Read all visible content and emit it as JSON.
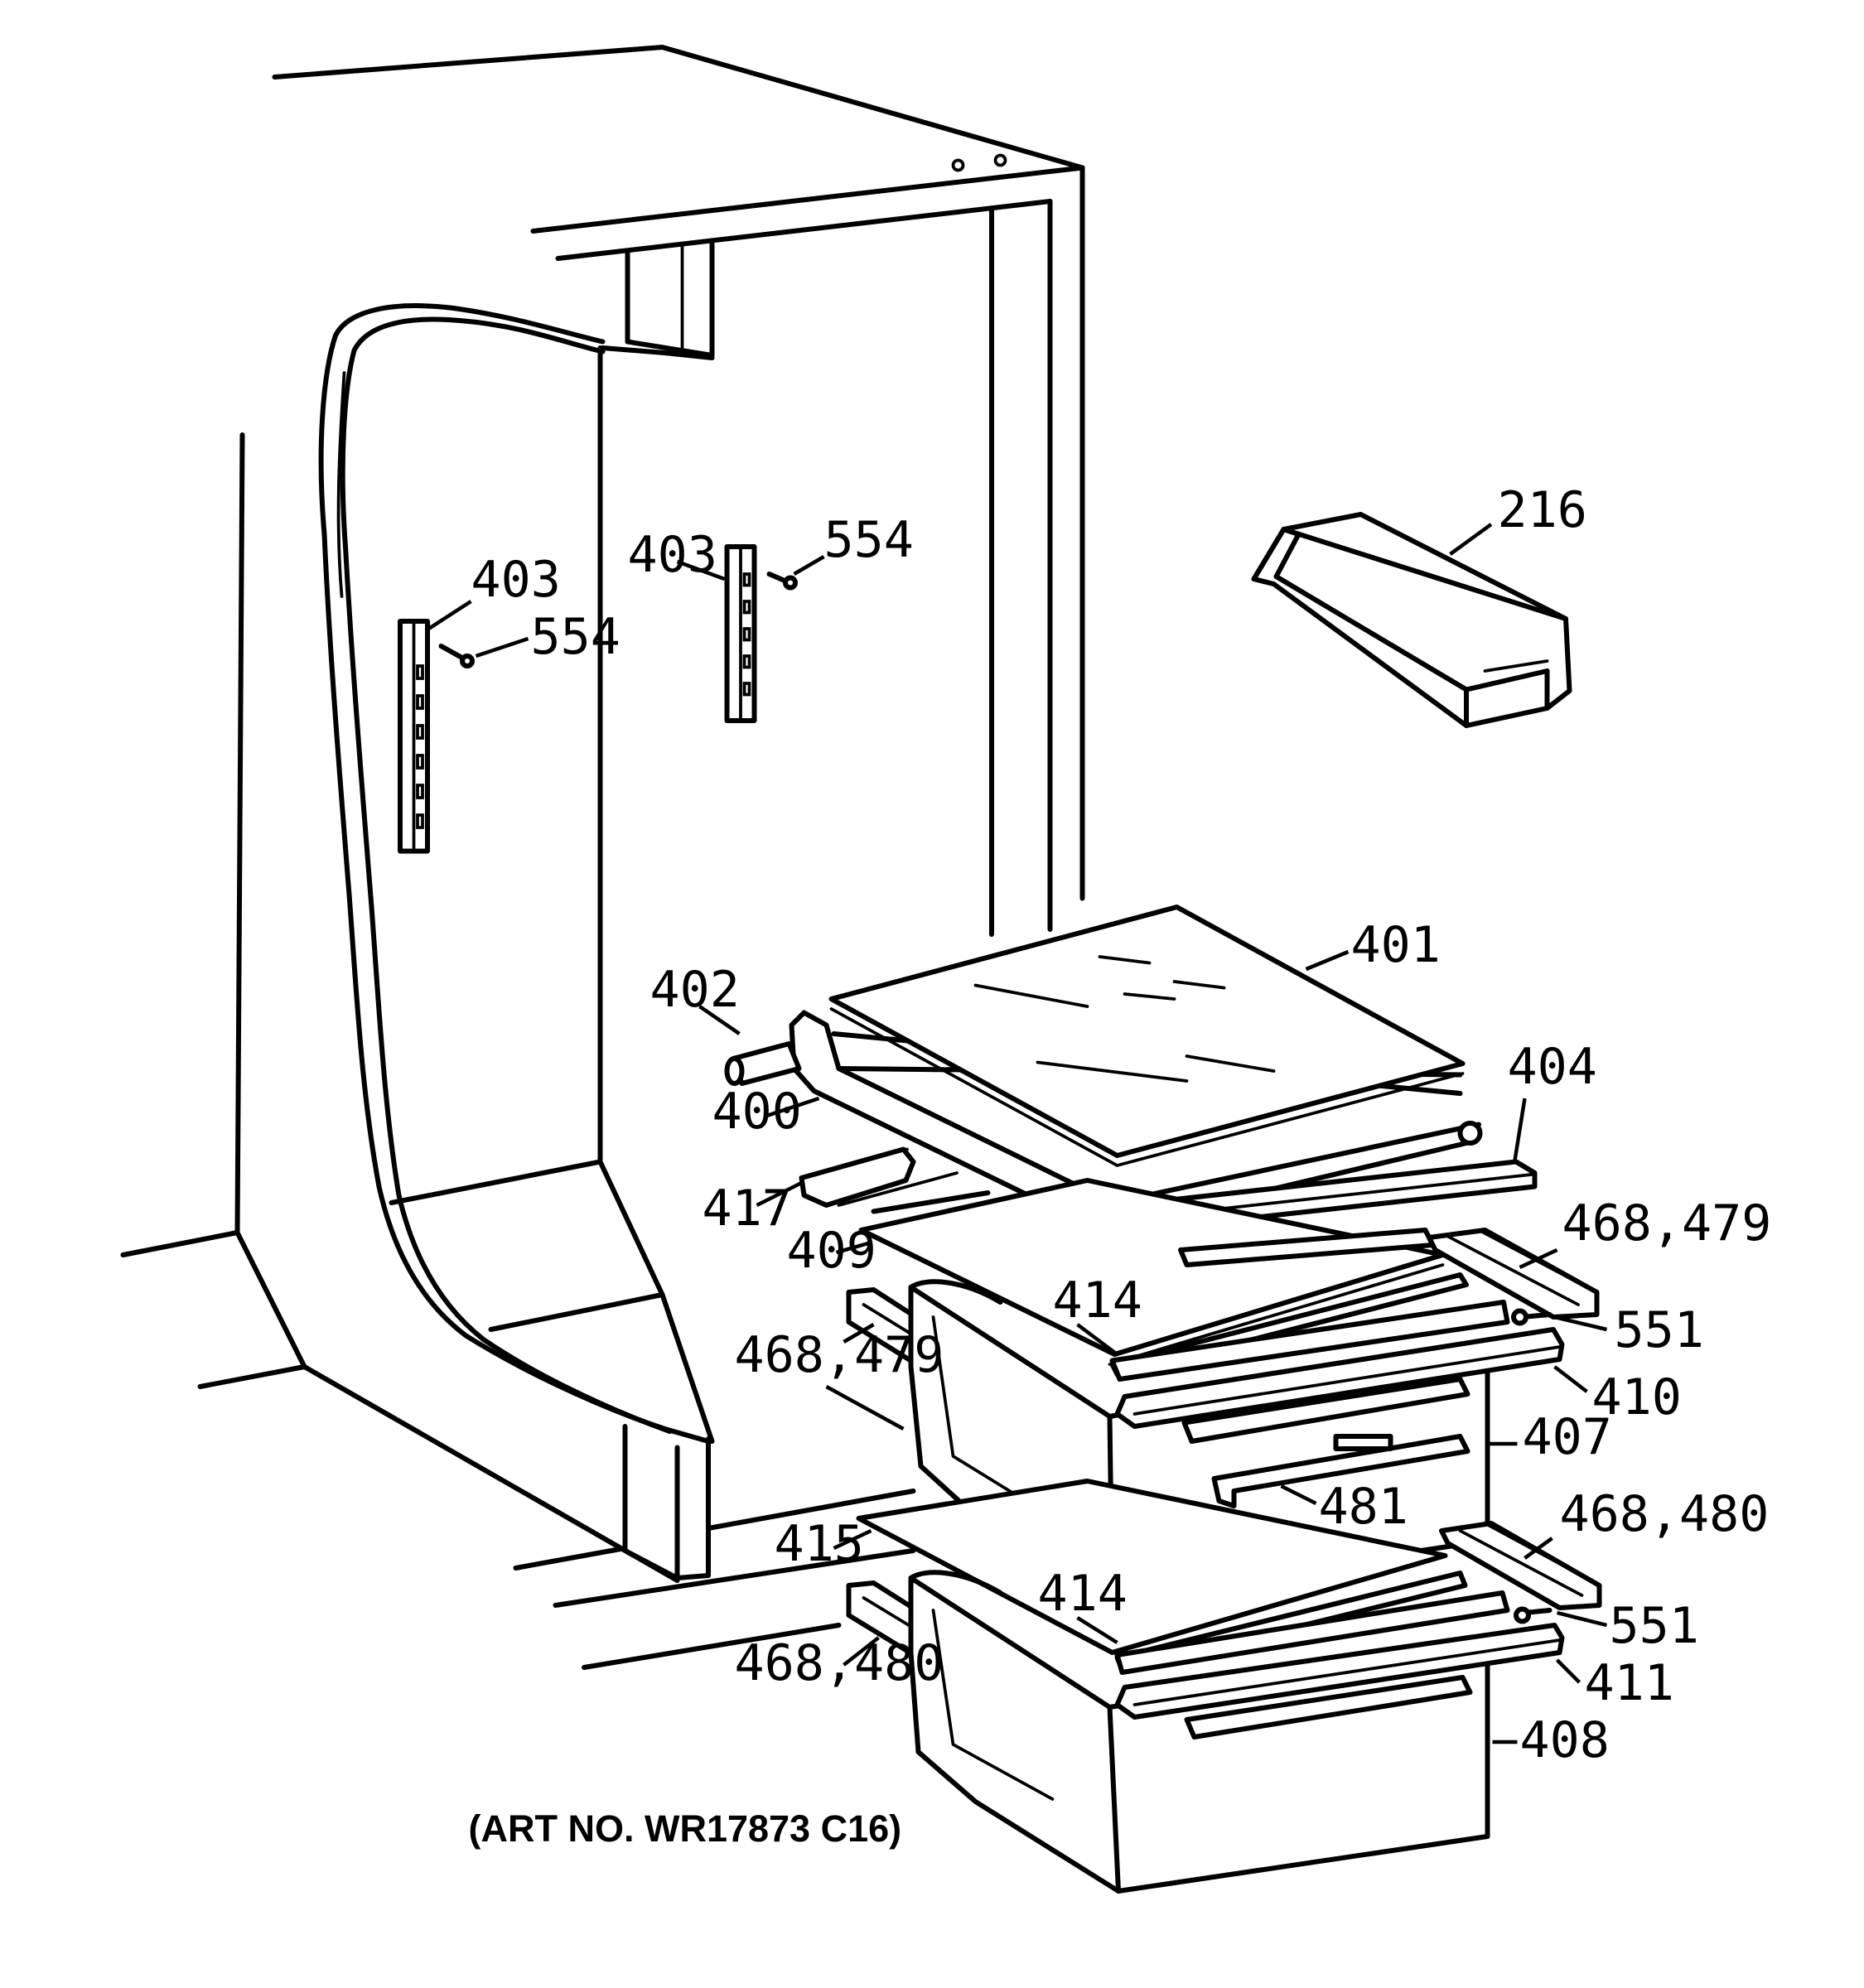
{
  "labels": [
    {
      "id": "216",
      "text": "216"
    },
    {
      "id": "403a",
      "text": "403"
    },
    {
      "id": "554a",
      "text": "554"
    },
    {
      "id": "403b",
      "text": "403"
    },
    {
      "id": "554b",
      "text": "554"
    },
    {
      "id": "401",
      "text": "401"
    },
    {
      "id": "402",
      "text": "402"
    },
    {
      "id": "400",
      "text": "400"
    },
    {
      "id": "404",
      "text": "404"
    },
    {
      "id": "417",
      "text": "417"
    },
    {
      "id": "409",
      "text": "409"
    },
    {
      "id": "468479a",
      "text": "468,479"
    },
    {
      "id": "414a",
      "text": "414"
    },
    {
      "id": "551a",
      "text": "551"
    },
    {
      "id": "468479b",
      "text": "468,479"
    },
    {
      "id": "410",
      "text": "410"
    },
    {
      "id": "407",
      "text": "407"
    },
    {
      "id": "481",
      "text": "481"
    },
    {
      "id": "468480a",
      "text": "468,480"
    },
    {
      "id": "415",
      "text": "415"
    },
    {
      "id": "414b",
      "text": "414"
    },
    {
      "id": "551b",
      "text": "551"
    },
    {
      "id": "468480b",
      "text": "468,480"
    },
    {
      "id": "411",
      "text": "411"
    },
    {
      "id": "408",
      "text": "408"
    }
  ],
  "art_number": "(ART NO. WR17873 C16)"
}
